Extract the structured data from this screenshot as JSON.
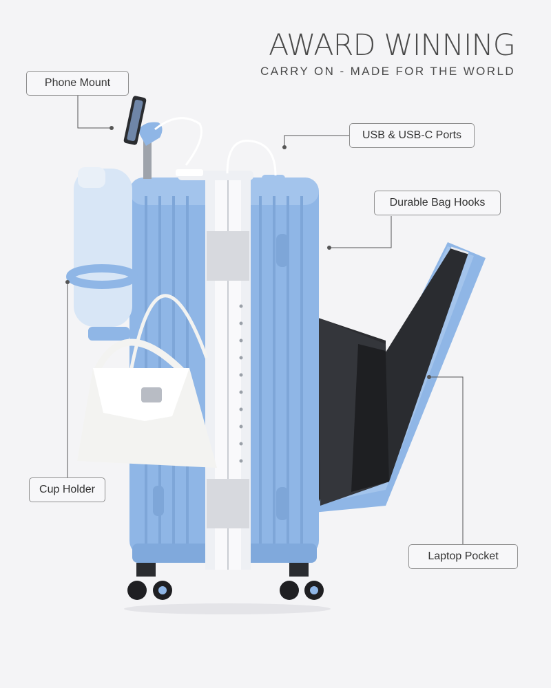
{
  "headline": {
    "title": "AWARD WINNING",
    "subtitle": "CARRY ON - MADE FOR THE WORLD"
  },
  "callouts": {
    "phone_mount": "Phone Mount",
    "usb_ports": "USB & USB-C Ports",
    "bag_hooks": "Durable Bag Hooks",
    "cup_holder": "Cup Holder",
    "laptop_pocket": "Laptop Pocket"
  },
  "colors": {
    "background": "#f4f4f6",
    "suitcase_blue": "#8fb6e6",
    "frame_silver": "#eef0f4",
    "wheel_black": "#1f1f22",
    "lining_dark": "#2a2c30"
  }
}
